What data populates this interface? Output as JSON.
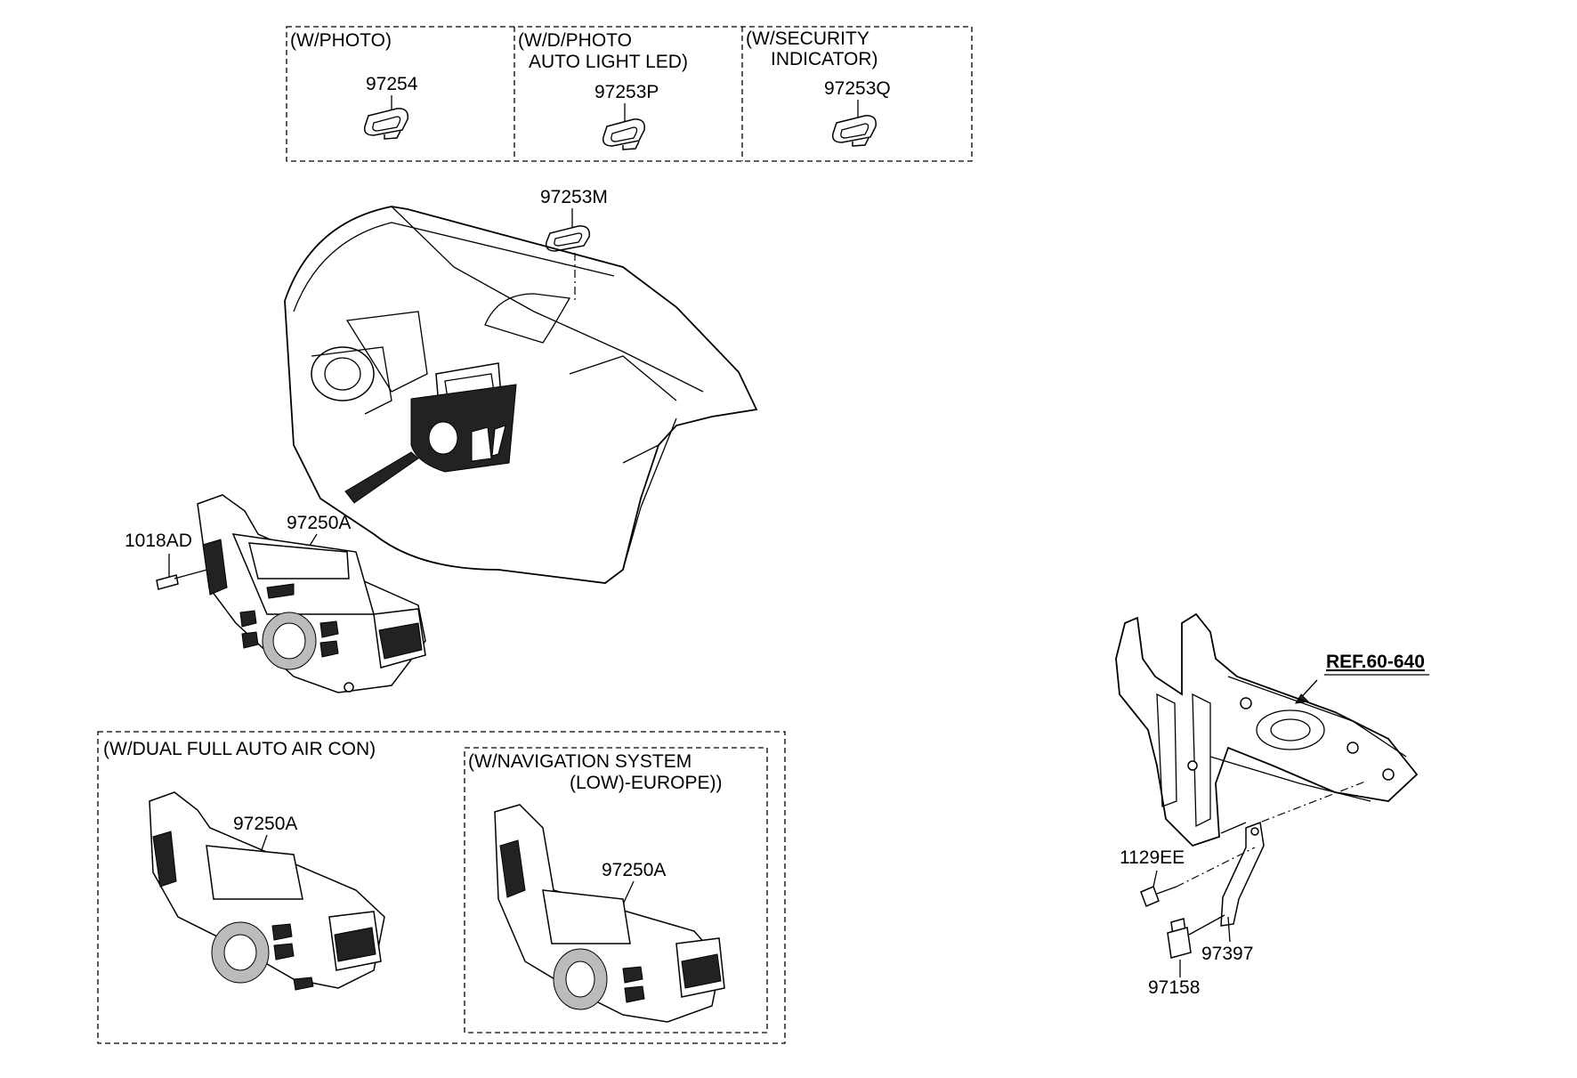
{
  "top_boxes": [
    {
      "condition_lines": [
        "(W/PHOTO)"
      ],
      "part_no": "97254"
    },
    {
      "condition_lines": [
        "(W/D/PHOTO",
        "AUTO LIGHT  LED)"
      ],
      "part_no": "97253P"
    },
    {
      "condition_lines": [
        "(W/SECURITY",
        "INDICATOR)"
      ],
      "part_no": "97253Q"
    }
  ],
  "dashboard": {
    "sensor_part_no": "97253M"
  },
  "main_unit": {
    "part_no": "97250A",
    "screw_part_no": "1018AD"
  },
  "dual_auto_box": {
    "condition": "(W/DUAL FULL AUTO AIR CON)",
    "part_no": "97250A",
    "nav_box": {
      "condition_lines": [
        "(W/NAVIGATION SYSTEM",
        "(LOW)-EUROPE))"
      ],
      "part_no": "97250A"
    }
  },
  "carrier": {
    "ref": "REF.60-640",
    "bolt_part_no": "1129EE",
    "bracket_part_no": "97397",
    "sensor_part_no": "97158"
  }
}
